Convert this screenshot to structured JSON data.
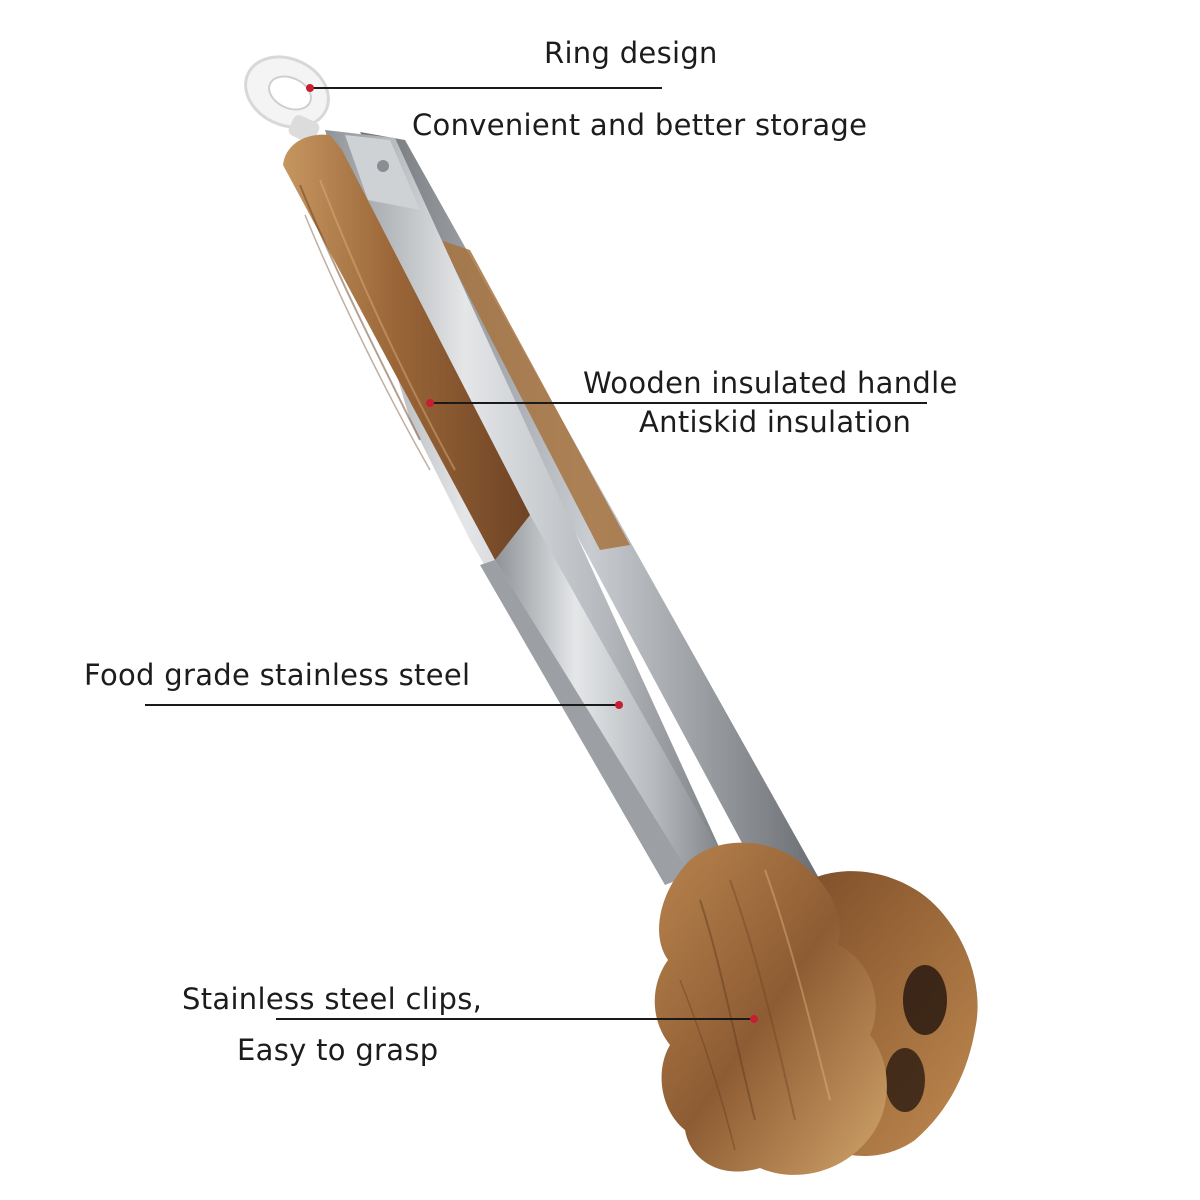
{
  "callouts": {
    "ring": {
      "title": "Ring design",
      "detail": "Convenient and better storage"
    },
    "handle": {
      "title": "Wooden insulated handle",
      "detail": "Antiskid insulation"
    },
    "steel": {
      "title": "Food grade stainless steel"
    },
    "clips": {
      "title": "Stainless steel clips,",
      "detail": "Easy to grasp"
    }
  },
  "colors": {
    "text": "#1c1c1c",
    "leader_line": "#1a1a1a",
    "marker_dot": "#c81e32",
    "wood": "#9b6a3e",
    "wood_light": "#c89a62",
    "steel": "#b8bcc0",
    "ring": "#f2f2f2"
  },
  "product": {
    "type": "food tongs",
    "parts": [
      "hanging-ring",
      "wooden-handle",
      "stainless-steel-arm",
      "paw-shaped-wooden-clip"
    ]
  }
}
